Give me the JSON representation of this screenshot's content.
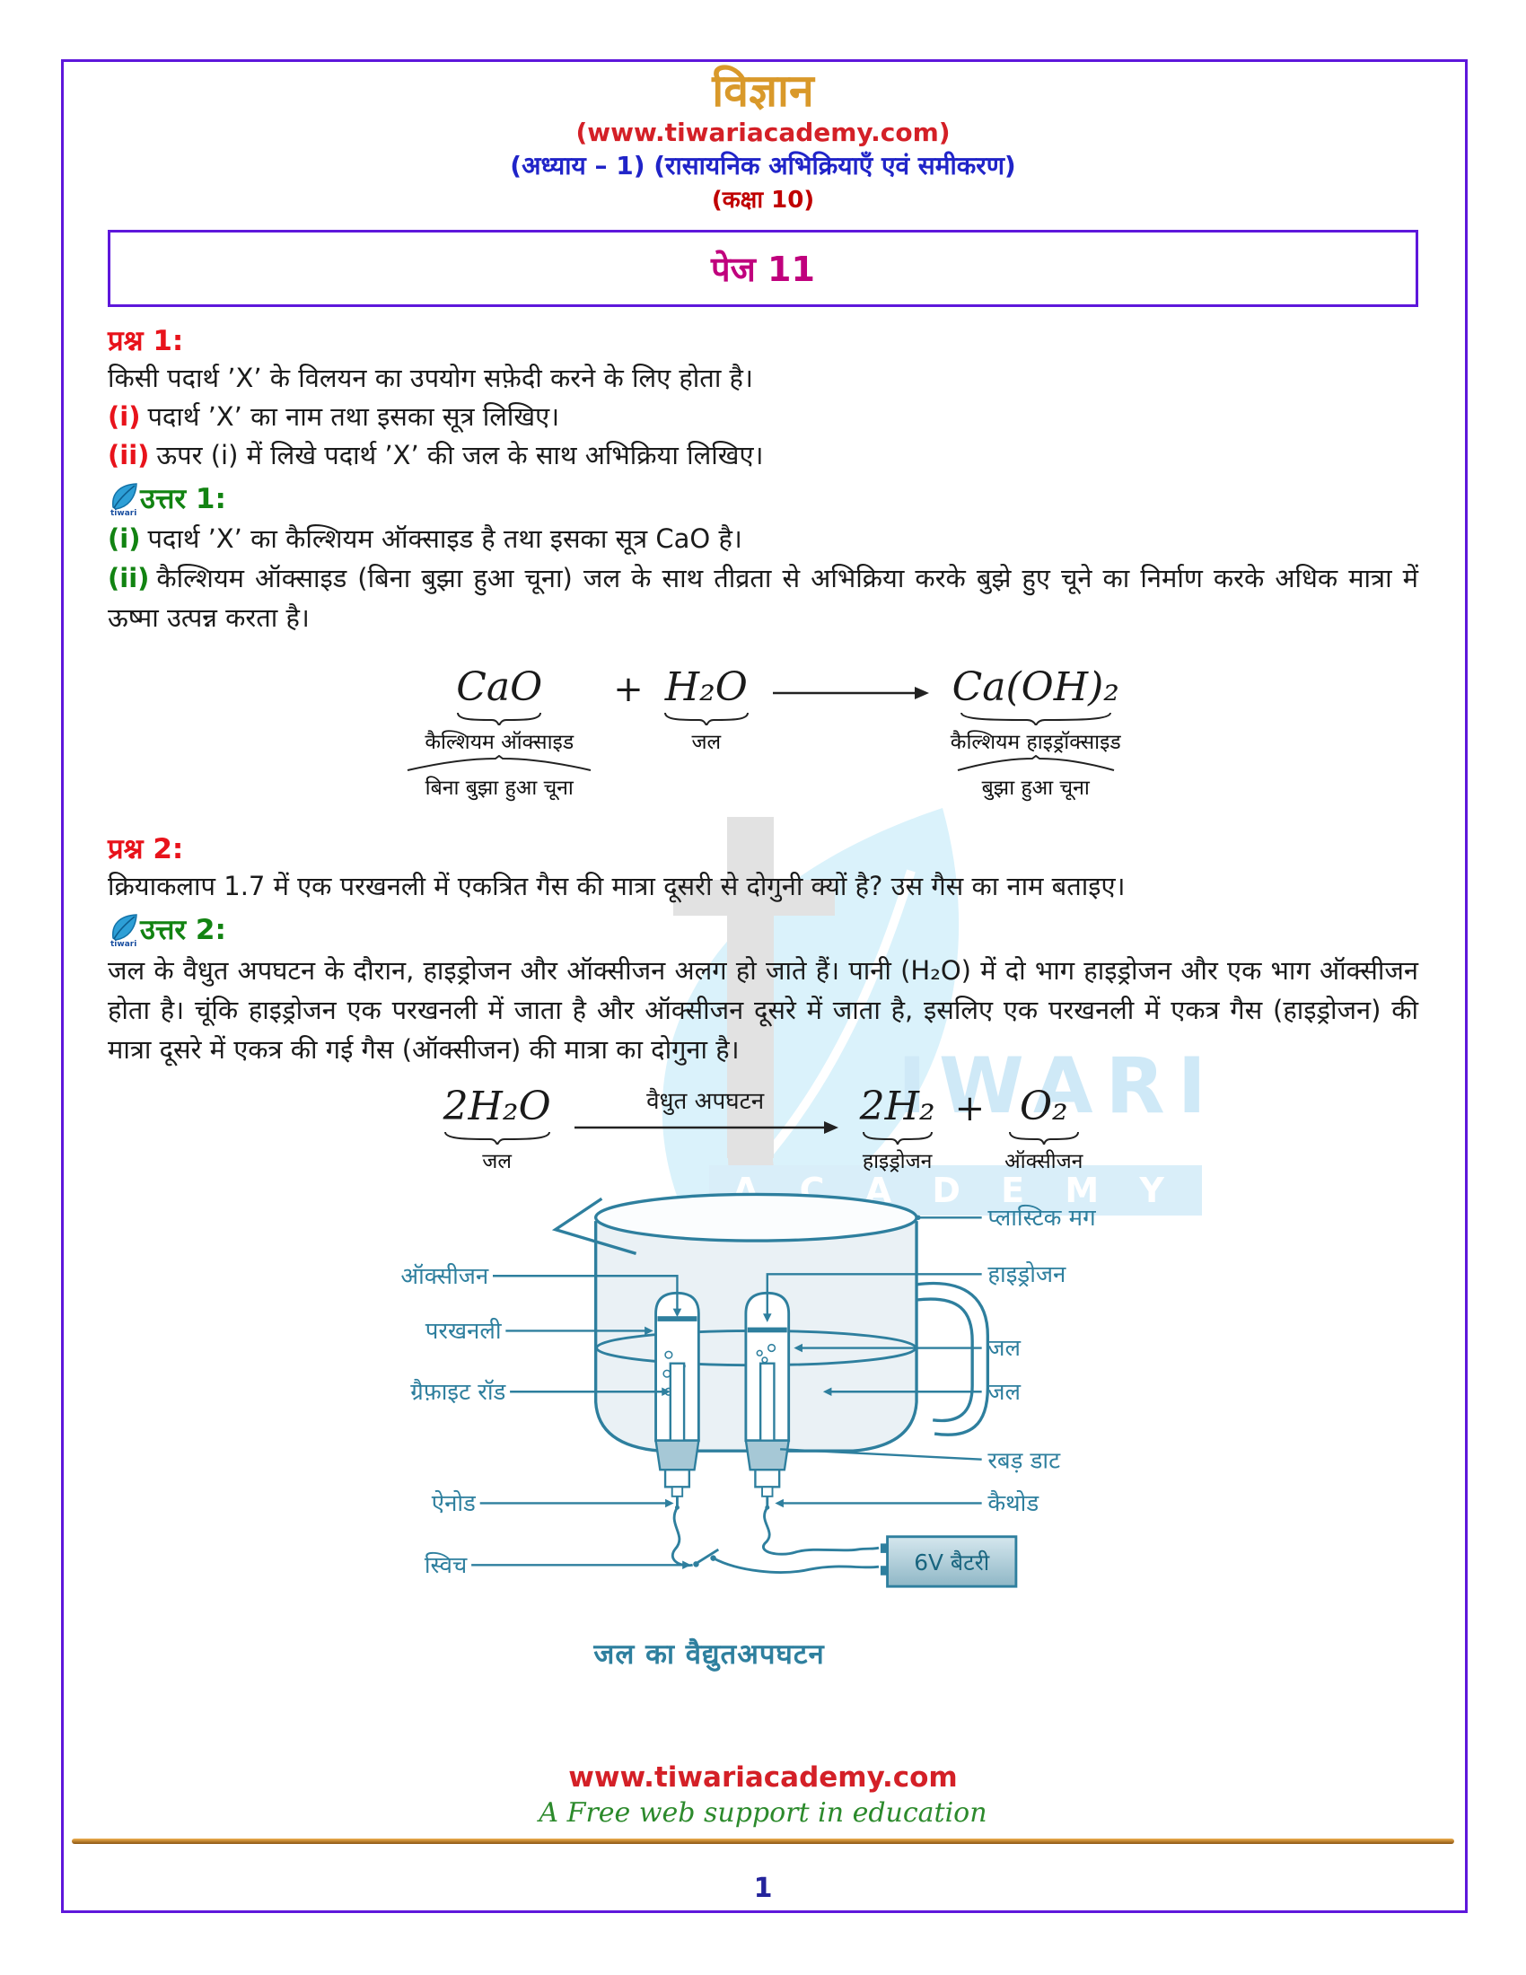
{
  "header": {
    "title": "विज्ञान",
    "site": "(www.tiwariacademy.com)",
    "chapter": "(अध्याय – 1) (रासायनिक अभिक्रियाएँ एवं समीकरण)",
    "class_line": "(कक्षा 10)",
    "page_label": "पेज 11"
  },
  "q1": {
    "label": "प्रश्न 1:",
    "intro": "किसी पदार्थ ’X’ के विलयन का उपयोग सफ़ेदी करने के लिए होता है।",
    "i_num": "(i)",
    "i_text": "पदार्थ ’X’ का नाम तथा इसका सूत्र लिखिए।",
    "ii_num": "(ii)",
    "ii_text": "ऊपर (i) में लिखे पदार्थ ’X’ की जल के साथ अभिक्रिया लिखिए।"
  },
  "a1": {
    "label": "उत्तर 1:",
    "i_num": "(i)",
    "i_text": "पदार्थ ’X’ का कैल्शियम ऑक्साइड है तथा इसका सूत्र CaO है।",
    "ii_num": "(ii)",
    "ii_text": "कैल्शियम ऑक्साइड (बिना बुझा हुआ चूना) जल के साथ तीव्रता से अभिक्रिया करके बुझे हुए चूने का निर्माण करके अधिक मात्रा में ऊष्मा उत्पन्न करता है।"
  },
  "eq1": {
    "lhs1": "CaO",
    "lhs1_label": "कैल्शियम ऑक्साइड",
    "lhs1_sublabel": "बिना बुझा हुआ चूना",
    "plus": "+",
    "lhs2": "H₂O",
    "lhs2_label": "जल",
    "rhs": "Ca(OH)₂",
    "rhs_label": "कैल्शियम हाइड्रॉक्साइड",
    "rhs_sublabel": "बुझा हुआ चूना"
  },
  "q2": {
    "label": "प्रश्न 2:",
    "text": "क्रियाकलाप 1.7 में एक परखनली में एकत्रित गैस की मात्रा दूसरी से दोगुनी क्यों है? उस गैस का नाम बताइए।"
  },
  "a2": {
    "label": "उत्तर 2:",
    "text": "जल के वैधुत अपघटन के दौरान, हाइड्रोजन और ऑक्सीजन अलग हो जाते हैं। पानी (H₂O) में दो भाग हाइड्रोजन और एक भाग ऑक्सीजन होता है। चूंकि हाइड्रोजन एक परखनली में जाता है और ऑक्सीजन दूसरे में जाता है, इसलिए एक परखनली में एकत्र गैस (हाइड्रोजन) की मात्रा दूसरे में एकत्र की गई गैस (ऑक्सीजन) की मात्रा का दोगुना है।"
  },
  "eq2": {
    "lhs": "2H₂O",
    "lhs_label": "जल",
    "arrow_label": "वैधुत अपघटन",
    "rhs1": "2H₂",
    "rhs1_label": "हाइड्रोजन",
    "plus": "+",
    "rhs2": "O₂",
    "rhs2_label": "ऑक्सीजन"
  },
  "diagram": {
    "labels": {
      "plastic_mug": "प्लास्टिक मग",
      "oxygen": "ऑक्सीजन",
      "hydrogen": "हाइड्रोजन",
      "test_tube": "परखनली",
      "water1": "जल",
      "graphite_rod": "ग्रैफ़ाइट रॉड",
      "water2": "जल",
      "rubber_stopper": "रबड़ डाट",
      "anode": "ऐनोड",
      "cathode": "कैथोड",
      "switch": "स्विच",
      "battery": "6V बैटरी"
    },
    "caption": "जल का वैद्युतअपघटन"
  },
  "watermark": {
    "brand": "IWARI",
    "academy": "A C A D E M Y"
  },
  "icons": {
    "leaf_text": "tiwari"
  },
  "footer": {
    "site": "www.tiwariacademy.com",
    "tagline": "A Free web support in education",
    "page_number": "1"
  },
  "colors": {
    "border_purple": "#5e17db",
    "title_orange": "#d9992a",
    "red": "#e8131b",
    "link_red": "#d42027",
    "chapter_blue": "#2024c8",
    "green": "#128312",
    "page_magenta": "#c0007d",
    "diagram_teal": "#2e7f9e",
    "page_number_navy": "#24249c",
    "gold": "#b06a1a"
  }
}
